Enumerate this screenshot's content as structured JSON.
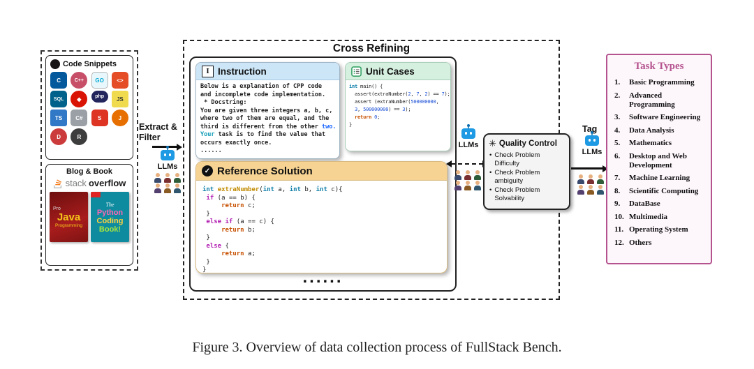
{
  "caption": "Figure 3. Overview of data collection process of FullStack Bench.",
  "sources": {
    "code_snippets": {
      "title": "Code Snippets",
      "langs": [
        {
          "name": "c",
          "label": "C",
          "bg": "#03599c",
          "fg": "#ffffff",
          "shape": "round"
        },
        {
          "name": "cpp",
          "label": "C++",
          "bg": "#c74f68",
          "fg": "#ffffff",
          "shape": "circle"
        },
        {
          "name": "go",
          "label": "GO",
          "bg": "#e8f7fb",
          "fg": "#00a9d6",
          "shape": "round",
          "border": true
        },
        {
          "name": "html",
          "label": "<>",
          "bg": "#e44d26",
          "fg": "#ffffff",
          "shape": "round"
        },
        {
          "name": "sql",
          "label": "SQL",
          "bg": "#00618a",
          "fg": "#ffffff",
          "shape": "round"
        },
        {
          "name": "ruby",
          "label": "◆",
          "bg": "#d91404",
          "fg": "#ffffff",
          "shape": "circle"
        },
        {
          "name": "php",
          "label": "php",
          "bg": "#23255d",
          "fg": "#ffffff",
          "shape": "pill"
        },
        {
          "name": "js",
          "label": "JS",
          "bg": "#f0db4f",
          "fg": "#323330",
          "shape": "square"
        },
        {
          "name": "ts",
          "label": "TS",
          "bg": "#3178c6",
          "fg": "#ffffff",
          "shape": "square"
        },
        {
          "name": "csharp",
          "label": "C#",
          "bg": "#9aa0a6",
          "fg": "#ffffff",
          "shape": "round"
        },
        {
          "name": "scala",
          "label": "S",
          "bg": "#de3423",
          "fg": "#ffffff",
          "shape": "round"
        },
        {
          "name": "java",
          "label": "J",
          "bg": "#e76f00",
          "fg": "#ffffff",
          "shape": "circle"
        },
        {
          "name": "d",
          "label": "D",
          "bg": "#cc3b3b",
          "fg": "#ffffff",
          "shape": "circle"
        },
        {
          "name": "r",
          "label": "R",
          "bg": "#3d3d3d",
          "fg": "#ffffff",
          "shape": "circle"
        }
      ]
    },
    "blog_book": {
      "title": "Blog & Book",
      "stackoverflow": {
        "stack": "stack",
        "overflow": "overflow"
      },
      "java_book": {
        "tag": "Pro",
        "title": "Java",
        "subtitle": "Programming"
      },
      "python_book": {
        "l1": "The",
        "l2": "Python",
        "l3": "Coding",
        "l4": "Book!"
      }
    }
  },
  "flow": {
    "extract_filter": "Extract &\nFilter",
    "llms": "LLMs",
    "tag": "Tag"
  },
  "cross_refining": {
    "title": "Cross Refining",
    "ellipsis": "......",
    "instruction": {
      "title": "Instruction",
      "icon_letter": "I",
      "lines": [
        [
          {
            "t": "Below is a explanation of CPP code"
          }
        ],
        [
          {
            "t": "and incomplete code implementation."
          }
        ],
        [
          {
            "t": " * Docstring:"
          }
        ],
        [
          {
            "t": "You are given three integers a, b, c,"
          }
        ],
        [
          {
            "t": "where two of them are equal, and the"
          }
        ],
        [
          {
            "t": "third is different from the other "
          },
          {
            "t": "two.",
            "c": "blue"
          }
        ],
        [
          {
            "t": "Your",
            "c": "teal"
          },
          {
            "t": " task is to find the value that"
          }
        ],
        [
          {
            "t": "occurs exactly once."
          }
        ],
        [
          {
            "t": "......"
          }
        ]
      ]
    },
    "unit_cases": {
      "title": "Unit Cases",
      "code": [
        [
          {
            "t": "int",
            "c": "k"
          },
          {
            "t": " main() {"
          }
        ],
        [
          {
            "t": "  assert(extraNumber("
          },
          {
            "t": "2",
            "c": "num"
          },
          {
            "t": ", "
          },
          {
            "t": "7",
            "c": "num"
          },
          {
            "t": ", "
          },
          {
            "t": "2",
            "c": "num"
          },
          {
            "t": ") == "
          },
          {
            "t": "7",
            "c": "num"
          },
          {
            "t": ");"
          }
        ],
        [
          {
            "t": "  assert (extraNumber("
          },
          {
            "t": "500000000",
            "c": "num"
          },
          {
            "t": ","
          }
        ],
        [
          {
            "t": "  "
          },
          {
            "t": "3",
            "c": "num"
          },
          {
            "t": ", "
          },
          {
            "t": "500000000",
            "c": "num"
          },
          {
            "t": ") == "
          },
          {
            "t": "3",
            "c": "num"
          },
          {
            "t": ");"
          }
        ],
        [
          {
            "t": "  "
          },
          {
            "t": "return",
            "c": "ret"
          },
          {
            "t": " "
          },
          {
            "t": "0",
            "c": "num"
          },
          {
            "t": ";"
          }
        ],
        [
          {
            "t": "}"
          }
        ]
      ]
    },
    "reference_solution": {
      "title": "Reference Solution",
      "check": "✓",
      "code": [
        [
          {
            "t": "int",
            "c": "k"
          },
          {
            "t": " "
          },
          {
            "t": "extraNumber",
            "c": "fn"
          },
          {
            "t": "("
          },
          {
            "t": "int",
            "c": "k"
          },
          {
            "t": " a, "
          },
          {
            "t": "int",
            "c": "k"
          },
          {
            "t": " b, "
          },
          {
            "t": "int",
            "c": "k"
          },
          {
            "t": " c){"
          }
        ],
        [
          {
            "t": " "
          },
          {
            "t": "if",
            "c": "ctl"
          },
          {
            "t": " (a == b) {"
          }
        ],
        [
          {
            "t": "     "
          },
          {
            "t": "return",
            "c": "ret"
          },
          {
            "t": " c;"
          }
        ],
        [
          {
            "t": " }"
          }
        ],
        [
          {
            "t": " "
          },
          {
            "t": "else if",
            "c": "ctl"
          },
          {
            "t": " (a == c) {"
          }
        ],
        [
          {
            "t": "     "
          },
          {
            "t": "return",
            "c": "ret"
          },
          {
            "t": " b;"
          }
        ],
        [
          {
            "t": " }"
          }
        ],
        [
          {
            "t": " "
          },
          {
            "t": "else",
            "c": "ctl"
          },
          {
            "t": " {"
          }
        ],
        [
          {
            "t": "     "
          },
          {
            "t": "return",
            "c": "ret"
          },
          {
            "t": " a;"
          }
        ],
        [
          {
            "t": " }"
          }
        ],
        [
          {
            "t": "}"
          }
        ]
      ]
    }
  },
  "quality_control": {
    "title": "Quality Control",
    "icon": "✳",
    "items": [
      "Check Problem Difficulty",
      "Check Problem ambiguity",
      "Check Problem Solvability"
    ]
  },
  "task_types": {
    "title": "Task Types",
    "items": [
      {
        "num": "1.",
        "label": "Basic Programming"
      },
      {
        "num": "2.",
        "label": "Advanced Programming"
      },
      {
        "num": "3.",
        "label": "Software Engineering"
      },
      {
        "num": "4.",
        "label": "Data Analysis"
      },
      {
        "num": "5.",
        "label": "Mathematics"
      },
      {
        "num": "6.",
        "label": "Desktop and Web Development"
      },
      {
        "num": "7.",
        "label": "Machine Learning"
      },
      {
        "num": "8.",
        "label": "Scientific Computing"
      },
      {
        "num": "9.",
        "label": "DataBase"
      },
      {
        "num": "10.",
        "label": "Multimedia"
      },
      {
        "num": "11.",
        "label": "Operating System"
      },
      {
        "num": "12.",
        "label": "Others"
      }
    ]
  }
}
